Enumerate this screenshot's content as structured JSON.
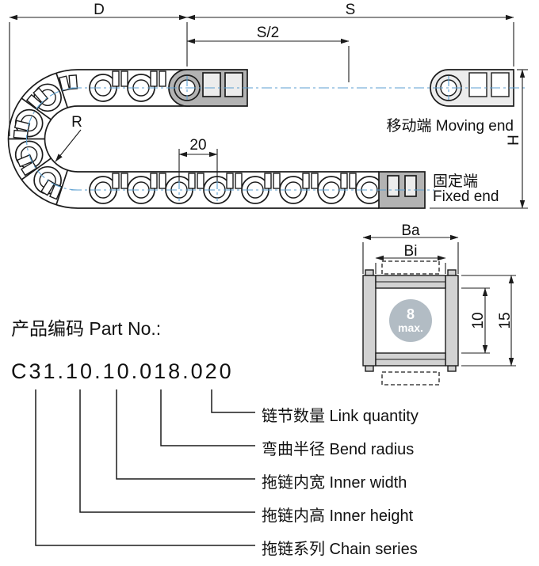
{
  "drawing": {
    "dim_d": "D",
    "dim_s": "S",
    "dim_s_half": "S/2",
    "dim_r": "R",
    "dim_pitch": "20",
    "dim_h": "H",
    "moving_end_label": "移动端 Moving end",
    "fixed_end_label_cn": "固定端",
    "fixed_end_label_en": "Fixed end"
  },
  "cross_section": {
    "dim_outer_width": "Ba",
    "dim_inner_width": "Bi",
    "max_cable_value": "8",
    "max_cable_suffix": "max.",
    "dim_inner_height": "10",
    "dim_outer_height": "15"
  },
  "part_number": {
    "heading": "产品编码 Part No.:",
    "code": "C31.10.10.018.020",
    "legend": [
      {
        "label": "链节数量 Link quantity"
      },
      {
        "label": "弯曲半径 Bend radius"
      },
      {
        "label": "拖链内宽 Inner width"
      },
      {
        "label": "拖链内高 Inner height"
      },
      {
        "label": "拖链系列 Chain series"
      }
    ]
  },
  "colors": {
    "object_line": "#1c1c1c",
    "centerline_blue": "#5b9fd0",
    "moving_link_gray": "#b3b3b3",
    "far_link_gray": "#ececec",
    "section_gray": "#d2d2d2",
    "cable_circle_gray": "#b2bcc4"
  }
}
